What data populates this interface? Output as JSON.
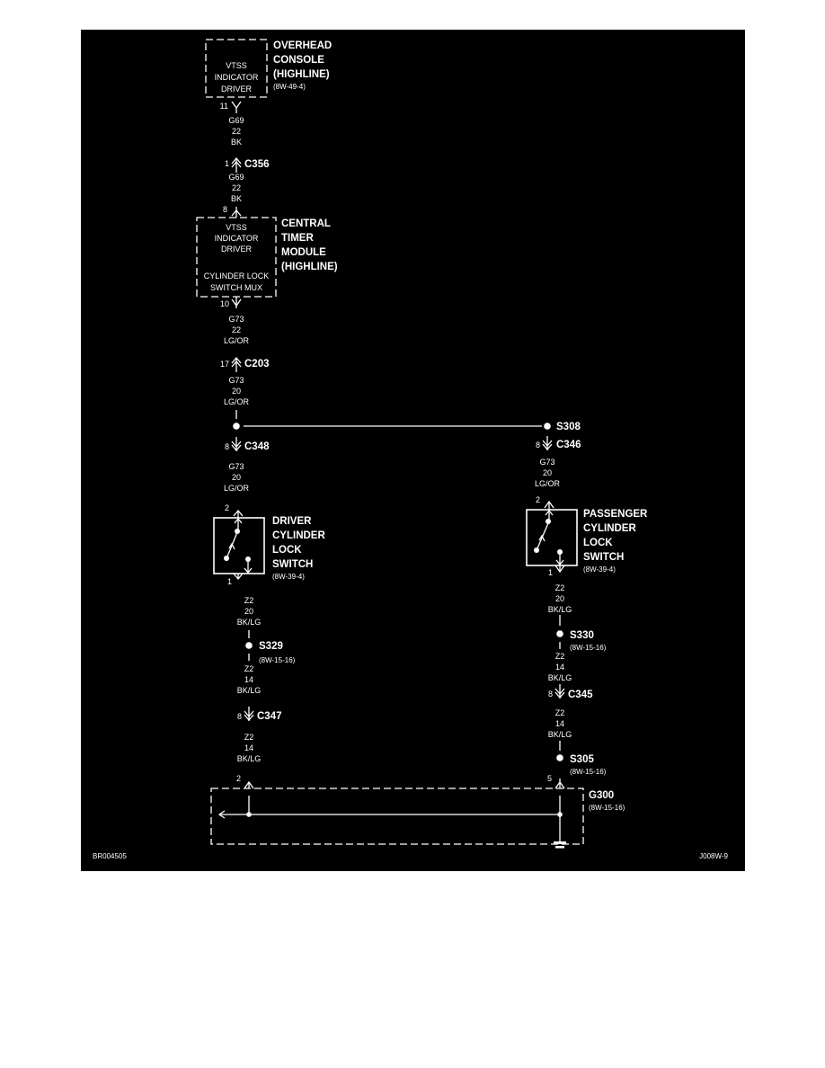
{
  "colors": {
    "background": "#000000",
    "ink": "#ffffff"
  },
  "components": {
    "overhead_console": {
      "name_lines": [
        "OVERHEAD",
        "CONSOLE",
        "(HIGHLINE)"
      ],
      "ref": "(8W-49-4)",
      "inner_lines": [
        "VTSS",
        "INDICATOR",
        "DRIVER"
      ],
      "pin_out": "11"
    },
    "central_timer_module": {
      "name_lines": [
        "CENTRAL",
        "TIMER",
        "MODULE",
        "(HIGHLINE)"
      ],
      "inner_lines": [
        "VTSS",
        "INDICATOR",
        "DRIVER"
      ],
      "inner_lines_2": [
        "CYLINDER LOCK",
        "SWITCH MUX"
      ],
      "pin_in": "8",
      "pin_out": "10"
    },
    "driver_switch": {
      "name_lines": [
        "DRIVER",
        "CYLINDER",
        "LOCK",
        "SWITCH"
      ],
      "ref": "(8W-39-4)",
      "pin_in": "2",
      "pin_out": "1"
    },
    "passenger_switch": {
      "name_lines": [
        "PASSENGER",
        "CYLINDER",
        "LOCK",
        "SWITCH"
      ],
      "ref": "(8W-39-4)",
      "pin_in": "2",
      "pin_out": "1"
    },
    "ground": {
      "name": "G300",
      "ref": "(8W-15-16)",
      "pin_left": "2",
      "pin_right": "5"
    }
  },
  "connectors": {
    "c356": {
      "name": "C356",
      "pin": "1"
    },
    "c203": {
      "name": "C203",
      "pin": "17"
    },
    "c348": {
      "name": "C348",
      "pin": "8"
    },
    "c346": {
      "name": "C346",
      "pin": "8"
    },
    "c347": {
      "name": "C347",
      "pin": "8"
    },
    "c345": {
      "name": "C345",
      "pin": "8"
    }
  },
  "splices": {
    "s308": {
      "name": "S308"
    },
    "s329": {
      "name": "S329",
      "ref": "(8W-15-16)"
    },
    "s330": {
      "name": "S330",
      "ref": "(8W-15-16)"
    },
    "s305": {
      "name": "S305",
      "ref": "(8W-15-16)"
    }
  },
  "wires": {
    "w1": [
      "G69",
      "22",
      "BK"
    ],
    "w2": [
      "G69",
      "22",
      "BK"
    ],
    "w3": [
      "G73",
      "22",
      "LG/OR"
    ],
    "w4": [
      "G73",
      "20",
      "LG/OR"
    ],
    "w5": [
      "G73",
      "20",
      "LG/OR"
    ],
    "w6": [
      "G73",
      "20",
      "LG/OR"
    ],
    "w7": [
      "Z2",
      "20",
      "BK/LG"
    ],
    "w8": [
      "Z2",
      "14",
      "BK/LG"
    ],
    "w9": [
      "Z2",
      "14",
      "BK/LG"
    ],
    "w10": [
      "Z2",
      "20",
      "BK/LG"
    ],
    "w11": [
      "Z2",
      "14",
      "BK/LG"
    ],
    "w12": [
      "Z2",
      "14",
      "BK/LG"
    ]
  },
  "footer": {
    "left_code": "BR004505",
    "right_code": "J008W-9"
  }
}
